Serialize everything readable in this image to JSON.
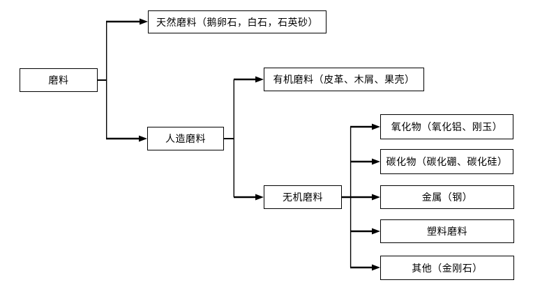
{
  "diagram": {
    "type": "tree-flowchart",
    "nodes": {
      "root": {
        "label": "磨料"
      },
      "natural": {
        "label": "天然磨料（鹅卵石，白石，石英砂）"
      },
      "artificial": {
        "label": "人造磨料"
      },
      "organic": {
        "label": "有机磨料（皮革、木屑、果壳）"
      },
      "inorganic": {
        "label": "无机磨料"
      },
      "oxide": {
        "label": "氧化物（氧化铝、刚玉）"
      },
      "carbide": {
        "label": "碳化物（碳化硼、碳化硅）"
      },
      "metal": {
        "label": "金属（钢）"
      },
      "plastic": {
        "label": "塑料磨料"
      },
      "other": {
        "label": "其他（金刚石）"
      }
    },
    "edges": [
      {
        "from": "root",
        "to": "natural"
      },
      {
        "from": "root",
        "to": "artificial"
      },
      {
        "from": "artificial",
        "to": "organic"
      },
      {
        "from": "artificial",
        "to": "inorganic"
      },
      {
        "from": "inorganic",
        "to": "oxide"
      },
      {
        "from": "inorganic",
        "to": "carbide"
      },
      {
        "from": "inorganic",
        "to": "metal"
      },
      {
        "from": "inorganic",
        "to": "plastic"
      },
      {
        "from": "inorganic",
        "to": "other"
      }
    ],
    "colors": {
      "background": "#ffffff",
      "line": "#000000",
      "box_border": "#000000",
      "box_fill": "#ffffff",
      "text": "#000000"
    }
  }
}
